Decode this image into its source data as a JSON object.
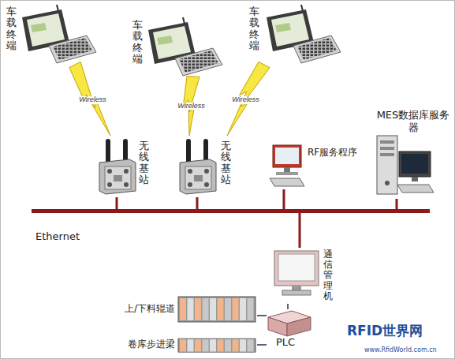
{
  "diagram": {
    "nodes": [
      {
        "text": [
          "车载终端"
        ]
      },
      {
        "text": [
          "车载终端"
        ]
      },
      {
        "text": [
          "车载终端"
        ]
      },
      {
        "text": [
          "无线基站"
        ]
      },
      {
        "text": [
          "无线基站"
        ]
      },
      {
        "text": [
          "RF服务程序"
        ]
      },
      {
        "text": [
          "MES数据库服务器"
        ]
      },
      {
        "text": [
          "Ethernet"
        ]
      },
      {
        "text": [
          "通信管理机"
        ]
      },
      {
        "text": [
          "上/下料辊道"
        ]
      },
      {
        "text": [
          "PLC"
        ]
      },
      {
        "text": [
          "卷库步进梁"
        ]
      }
    ],
    "edges": [
      {
        "from": 0,
        "to": 3,
        "label": "Wireless",
        "arrow": "none"
      },
      {
        "from": 1,
        "to": 4,
        "label": "Wireless",
        "arrow": "none"
      },
      {
        "from": 2,
        "to": 4,
        "label": "Wireless",
        "arrow": "none"
      },
      {
        "from": 3,
        "to": 7,
        "arrow": "none"
      },
      {
        "from": 4,
        "to": 7,
        "arrow": "none"
      },
      {
        "from": 5,
        "to": 7,
        "arrow": "none"
      },
      {
        "from": 6,
        "to": 7,
        "arrow": "none"
      },
      {
        "from": 7,
        "to": 8,
        "arrow": "none"
      },
      {
        "from": 8,
        "to": 10,
        "arrow": "none"
      },
      {
        "from": 9,
        "to": 10,
        "arrow": "none"
      },
      {
        "from": 11,
        "to": 10,
        "arrow": "none"
      }
    ],
    "labels": [
      "RFID世界网",
      "www.RfidWorld.com.cn"
    ]
  }
}
